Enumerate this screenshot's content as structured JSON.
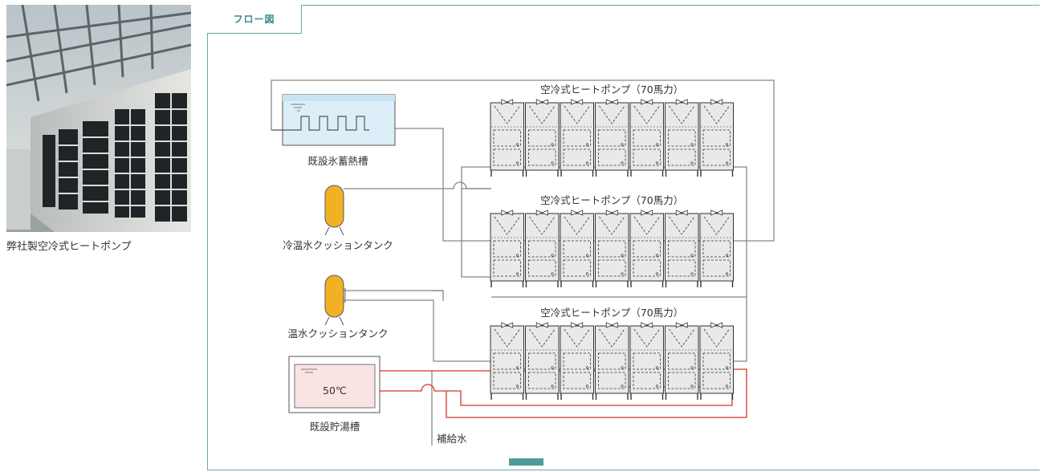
{
  "photo": {
    "caption": "弊社製空冷式ヒートポンプ"
  },
  "panel": {
    "tab_label": "フロー図"
  },
  "diagram": {
    "ice_tank_label": "既設氷蓄熱槽",
    "chilled_cushion_label": "冷温水クッションタンク",
    "hot_cushion_label": "温水クッションタンク",
    "storage_tank_label": "既設貯湯槽",
    "storage_temp": "50℃",
    "makeup_water_label": "補給水",
    "heat_pump_groups": [
      {
        "label": "空冷式ヒートポンプ（70馬力）"
      },
      {
        "label": "空冷式ヒートポンプ（70馬力）"
      },
      {
        "label": "空冷式ヒートポンプ（70馬力）"
      }
    ]
  },
  "colors": {
    "accent": "#4f9b9b",
    "pipe_gray": "#888888",
    "pipe_red": "#d9342b",
    "tank_orange": "#f2b124",
    "ice_tank_fill": "#ddeef8",
    "storage_fill": "#fbe3e3"
  }
}
